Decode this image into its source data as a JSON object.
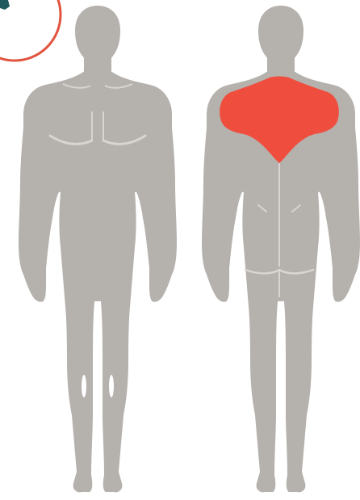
{
  "figure": {
    "views": [
      "front",
      "back"
    ],
    "highlighted_muscle": "trapezius",
    "highlighted_view": "back"
  },
  "colors": {
    "background": "#ffffff",
    "body_fill": "#b5b1ad",
    "body_outline": "#ffffff",
    "muscle_highlight": "#ef4e3e",
    "badge_ring": "#e2533d",
    "badge_fill": "#ffffff",
    "badge_icon": "#1f5b5e",
    "contour_lines": "#d8d5d2"
  },
  "icons": {
    "corner_badge": "equipment-badge-icon"
  }
}
